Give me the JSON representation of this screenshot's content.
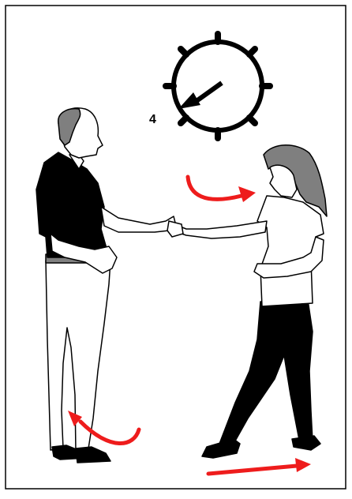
{
  "diagram": {
    "count_label": "4",
    "clock": {
      "arrow_direction": "toward-lower-left",
      "spoke_count": 8
    },
    "figures": [
      {
        "role": "leader",
        "description_name": "man-figure"
      },
      {
        "role": "follower",
        "description_name": "woman-figure"
      }
    ],
    "motion_arrows": [
      {
        "name": "woman-turn-arrow",
        "shape": "curved"
      },
      {
        "name": "man-foot-pivot-arrow",
        "shape": "curved"
      },
      {
        "name": "woman-travel-arrow",
        "shape": "straight"
      }
    ],
    "colors": {
      "arrow": "#ee1c1c",
      "ink": "#000000",
      "hair": "#7f7f7f",
      "background": "#ffffff"
    }
  }
}
